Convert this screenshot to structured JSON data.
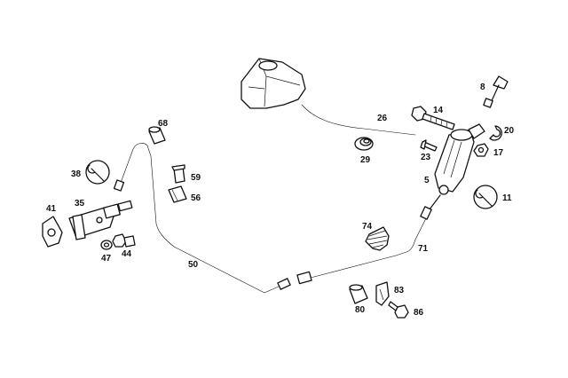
{
  "callouts": {
    "c8": "8",
    "c14": "14",
    "c26": "26",
    "c20": "20",
    "c68": "68",
    "c29": "29",
    "c23": "23",
    "c17": "17",
    "c38": "38",
    "c59": "59",
    "c5": "5",
    "c11": "11",
    "c56": "56",
    "c35": "35",
    "c41": "41",
    "c74": "74",
    "c71": "71",
    "c47": "47",
    "c44": "44",
    "c50": "50",
    "c83": "83",
    "c80": "80",
    "c86": "86"
  },
  "icons": {
    "wrench_badge": "wrench-icon"
  }
}
